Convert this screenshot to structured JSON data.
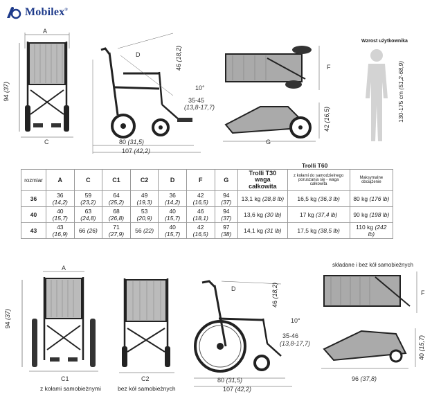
{
  "brand": {
    "name": "Mobilex",
    "reg": "®"
  },
  "top": {
    "label_A": "A",
    "label_C": "C",
    "height_94": "94",
    "height_94_in": "(37)",
    "label_D": "D",
    "back_46": "46",
    "back_46_in": "(18,2)",
    "angle": "10°",
    "seat_range": "35-45",
    "seat_range_in": "(13,8-17,7)",
    "depth_80": "80",
    "depth_80_in": "(31,5)",
    "length_107": "107",
    "length_107_in": "(42,2)",
    "label_F": "F",
    "folded_42": "42",
    "folded_42_in": "(16,5)",
    "label_G": "G",
    "user_height_label": "Wzrost użytkownika",
    "user_height_range": "130-175 cm",
    "user_height_range_in": "(51,2-68,9)"
  },
  "table": {
    "t60_title": "Trolli T60",
    "headers": {
      "size": "rozmiar",
      "A": "A",
      "C": "C",
      "C1": "C1",
      "C2": "C2",
      "D": "D",
      "F": "F",
      "G": "G",
      "t30_line1": "Trolli T30",
      "t30_line2": "waga całkowita",
      "t60_line1": "z kołami do samodzielnego",
      "t60_line2": "poruszania się - waga całkowita",
      "max_line1": "Maksymalne",
      "max_line2": "obciążenie"
    },
    "rows": [
      {
        "size": "36",
        "A": "36",
        "A_in": "(14,2)",
        "C": "59",
        "C_in": "(23,2)",
        "C1": "64",
        "C1_in": "(25,2)",
        "C2": "49",
        "C2_in": "(19,3)",
        "D": "36",
        "D_in": "(14,2)",
        "F": "42",
        "F_in": "(16,5)",
        "G": "94",
        "G_in": "(37)",
        "t30": "13,1 kg",
        "t30_in": "(28,8 lb)",
        "t60": "16,5 kg",
        "t60_in": "(36,3 lb)",
        "max": "80 kg",
        "max_in": "(176 lb)"
      },
      {
        "size": "40",
        "A": "40",
        "A_in": "(15,7)",
        "C": "63",
        "C_in": "(24,8)",
        "C1": "68",
        "C1_in": "(26,8)",
        "C2": "53",
        "C2_in": "(20,9)",
        "D": "40",
        "D_in": "(15,7)",
        "F": "46",
        "F_in": "(18,1)",
        "G": "94",
        "G_in": "(37)",
        "t30": "13,6 kg",
        "t30_in": "(30 lb)",
        "t60": "17 kg",
        "t60_in": "(37,4 lb)",
        "max": "90 kg",
        "max_in": "(198 lb)"
      },
      {
        "size": "43",
        "A": "43",
        "A_in": "(16,9)",
        "C": "66",
        "C_in": "(26)",
        "C1": "71",
        "C1_in": "(27,9)",
        "C2": "56",
        "C2_in": "(22)",
        "D": "40",
        "D_in": "(15,7)",
        "F": "42",
        "F_in": "(16,5)",
        "G": "97",
        "G_in": "(38)",
        "t30": "14,1 kg",
        "t30_in": "(31 lb)",
        "t60": "17,5 kg",
        "t60_in": "(38,5 lb)",
        "max": "110 kg",
        "max_in": "(242 lb)"
      }
    ]
  },
  "bottom": {
    "label_A": "A",
    "height_94": "94",
    "height_94_in": "(37)",
    "label_C1": "C1",
    "caption_c1": "z kołami samobieżnymi",
    "label_C2": "C2",
    "caption_c2": "bez kół samobieżnych",
    "label_D": "D",
    "back_46": "46",
    "back_46_in": "(18,2)",
    "angle": "10°",
    "seat_range": "35-46",
    "seat_range_in": "(13,8-17,7)",
    "depth_80": "80",
    "depth_80_in": "(31,5)",
    "length_107": "107",
    "length_107_in": "(42,2)",
    "folded_title": "składane i bez kół samobieżnych",
    "label_F": "F",
    "folded_40": "40",
    "folded_40_in": "(15,7)",
    "folded_96": "96",
    "folded_96_in": "(37,8)"
  }
}
